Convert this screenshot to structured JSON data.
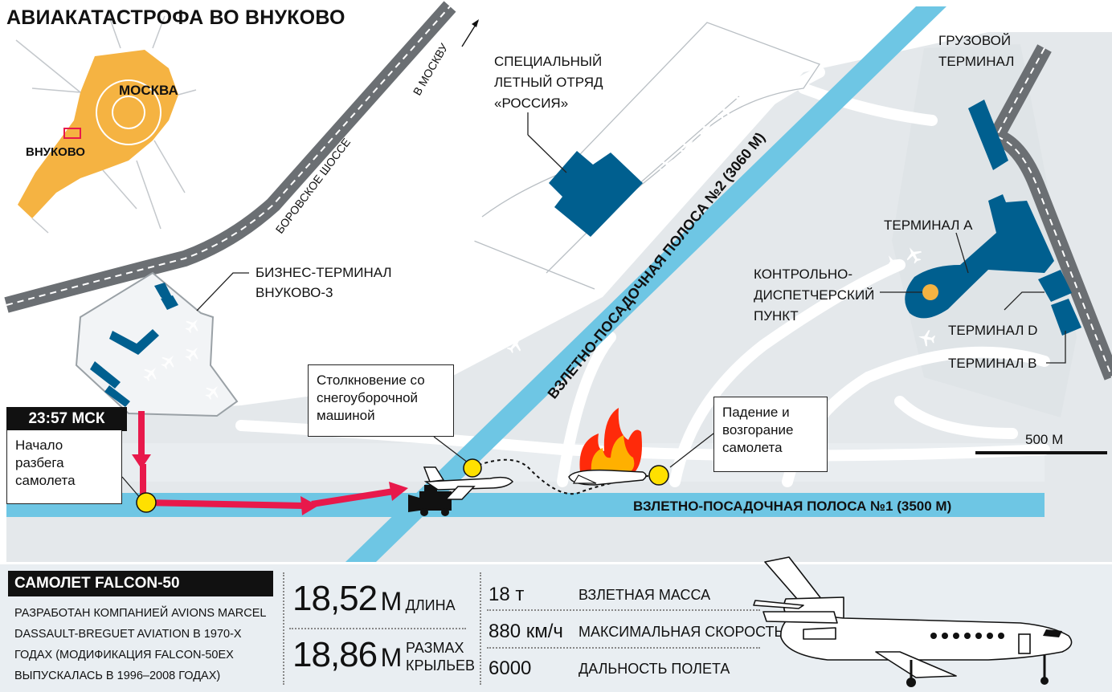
{
  "title": "АВИАКАТАСТРОФА ВО ВНУКОВО",
  "inset": {
    "city": "МОСКВА",
    "airport": "ВНУКОВО"
  },
  "roads": {
    "borovskoe": "БОРОВСКОЕ ШОССЕ",
    "to_moscow": "В МОСКВУ"
  },
  "labels": {
    "special_squad": [
      "СПЕЦИАЛЬНЫЙ",
      "ЛЕТНЫЙ ОТРЯД",
      "«РОССИЯ»"
    ],
    "cargo": [
      "ГРУЗОВОЙ",
      "ТЕРМИНАЛ"
    ],
    "business": [
      "БИЗНЕС-ТЕРМИНАЛ",
      "ВНУКОВО-3"
    ],
    "terminal_a": "ТЕРМИНАЛ А",
    "control_tower": [
      "КОНТРОЛЬНО-",
      "ДИСПЕТЧЕРСКИЙ",
      "ПУНКТ"
    ],
    "terminal_d": "ТЕРМИНАЛ D",
    "terminal_b": "ТЕРМИНАЛ В",
    "runway2": "ВЗЛЕТНО-ПОСАДОЧНАЯ ПОЛОСА №2 (3060 М)",
    "runway1": "ВЗЛЕТНО-ПОСАДОЧНАЯ ПОЛОСА №1 (3500 М)",
    "scale": "500 М"
  },
  "events": {
    "time": "23:57 МСК",
    "start": "Начало разбега самолета",
    "collision": "Столкновение со снегоуборочной машиной",
    "crash": "Падение и возгорание самолета"
  },
  "aircraft": {
    "header": "САМОЛЕТ FALCON-50",
    "description": "РАЗРАБОТАН КОМПАНИЕЙ AVIONS MARCEL DASSAULT-BREGUET AVIATION В 1970-Х ГОДАХ (МОДИФИКАЦИЯ FALCON-50EX ВЫПУСКАЛАСЬ В 1996–2008 ГОДАХ)",
    "length": {
      "num": "18,52",
      "unit": "М",
      "label": "ДЛИНА"
    },
    "wingspan": {
      "num": "18,86",
      "unit": "М",
      "label": "РАЗМАХ КРЫЛЬЕВ"
    },
    "specs": [
      {
        "value": "18 т",
        "label": "ВЗЛЕТНАЯ МАССА"
      },
      {
        "value": "880 км/ч",
        "label": "МАКСИМАЛЬНАЯ СКОРОСТЬ"
      },
      {
        "value": "6000",
        "label": "ДАЛЬНОСТЬ ПОЛЕТА"
      }
    ]
  },
  "colors": {
    "runway": "#6ec6e4",
    "building": "#005f8f",
    "moscow": "#f5b342",
    "route": "#e8194b",
    "marker": "#ffe000",
    "ground": "#e4e8eb",
    "road": "#6b6f73"
  }
}
